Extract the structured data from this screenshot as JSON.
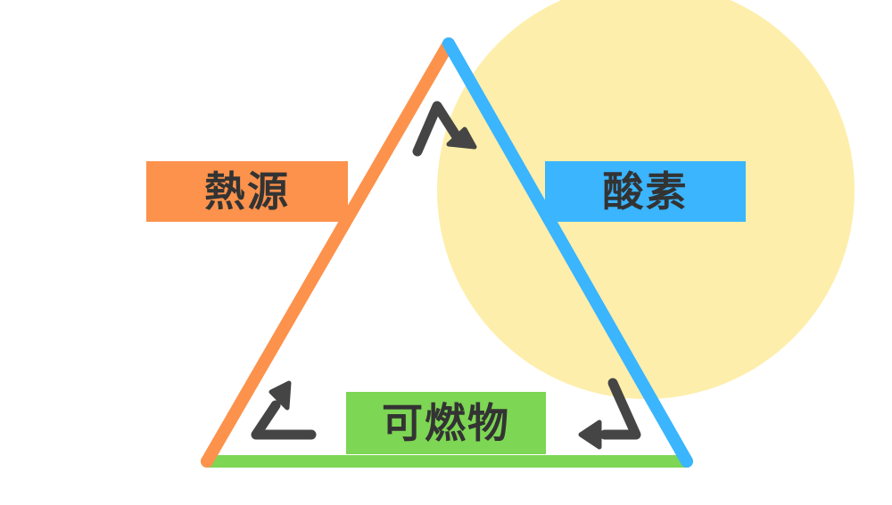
{
  "colors": {
    "background": "#ffffff",
    "circle": "#fdeeab",
    "heat": "#fc924c",
    "oxygen": "#3ab5fe",
    "fuel": "#7dd654",
    "arrow": "#454545",
    "text": "#333333"
  },
  "labels": {
    "heat": "熱源",
    "oxygen": "酸素",
    "fuel": "可燃物"
  },
  "icons": [
    "cycle-arrow-icon"
  ]
}
